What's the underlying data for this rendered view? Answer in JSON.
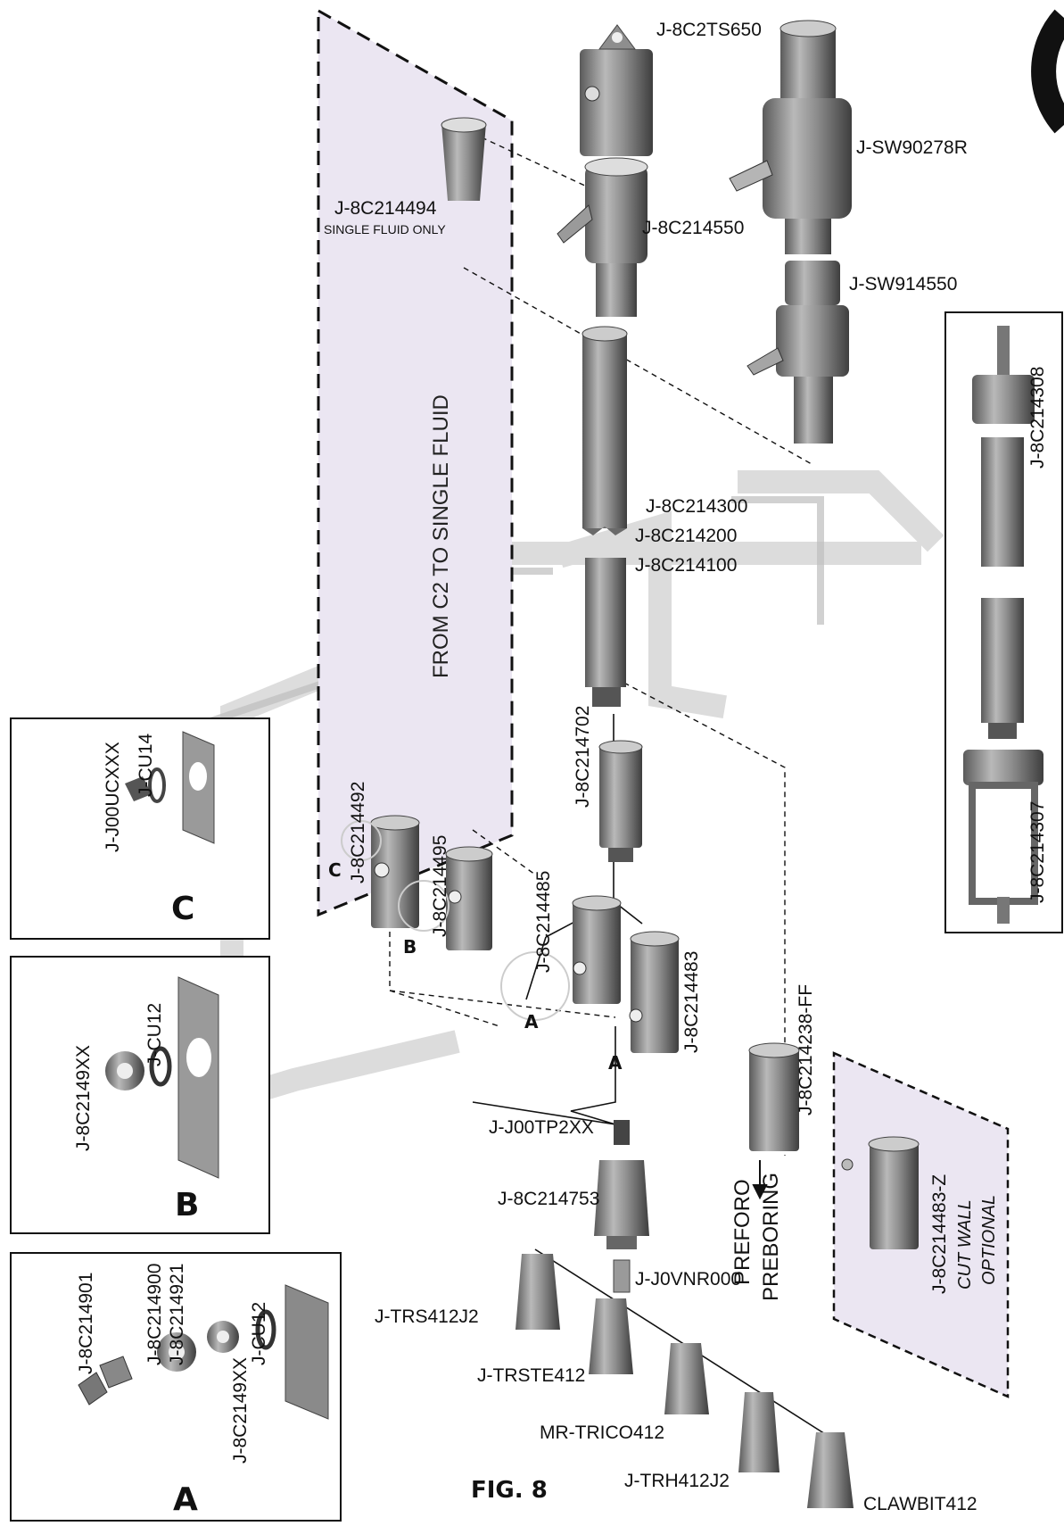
{
  "figure": {
    "title": "FIG. 8",
    "logo_letter": "C"
  },
  "regions": {
    "single_fluid_band": "FROM C2 TO SINGLE FLUID",
    "preboring_top": "PREFORO",
    "preboring_bottom": "PREBORING",
    "optional_line1": "CUT WALL",
    "optional_line2": "OPTIONAL"
  },
  "parts": {
    "ts650": "J-8C2TS650",
    "sw90278r": "J-SW90278R",
    "p494": "J-8C214494",
    "p494_note": "SINGLE FLUID ONLY",
    "p550": "J-8C214550",
    "sw914550": "J-SW914550",
    "p308": "J-8C214308",
    "p300": "J-8C214300",
    "p200": "J-8C214200",
    "p100": "J-8C214100",
    "p307": "J-8C214307",
    "p702": "J-8C214702",
    "p492": "J-8C214492",
    "p495": "J-8C214495",
    "p485": "J-8C214485",
    "p483": "J-8C214483",
    "p238ff": "J-8C214238-FF",
    "p483z": "J-8C214483-Z",
    "tp2xx": "J-J00TP2XX",
    "p753": "J-8C214753",
    "vnr000": "J-J0VNR000",
    "trs412j2": "J-TRS412J2",
    "trste412": "J-TRSTE412",
    "trico412": "MR-TRICO412",
    "trh412j2": "J-TRH412J2",
    "clawbit412": "CLAWBIT412"
  },
  "callouts": {
    "a": "A",
    "b": "B",
    "c": "C"
  },
  "detail_c": {
    "letter": "C",
    "p1": "J-J00UCXXX",
    "p2": "J-CU14"
  },
  "detail_b": {
    "letter": "B",
    "p1": "J-8C2149XX",
    "p2": "J-CU12"
  },
  "detail_a": {
    "letter": "A",
    "p1": "J-8C214901",
    "p2": "J-8C214900",
    "p3": "J-8C214921",
    "p4": "J-8C2149XX",
    "p5": "J-CU12"
  }
}
